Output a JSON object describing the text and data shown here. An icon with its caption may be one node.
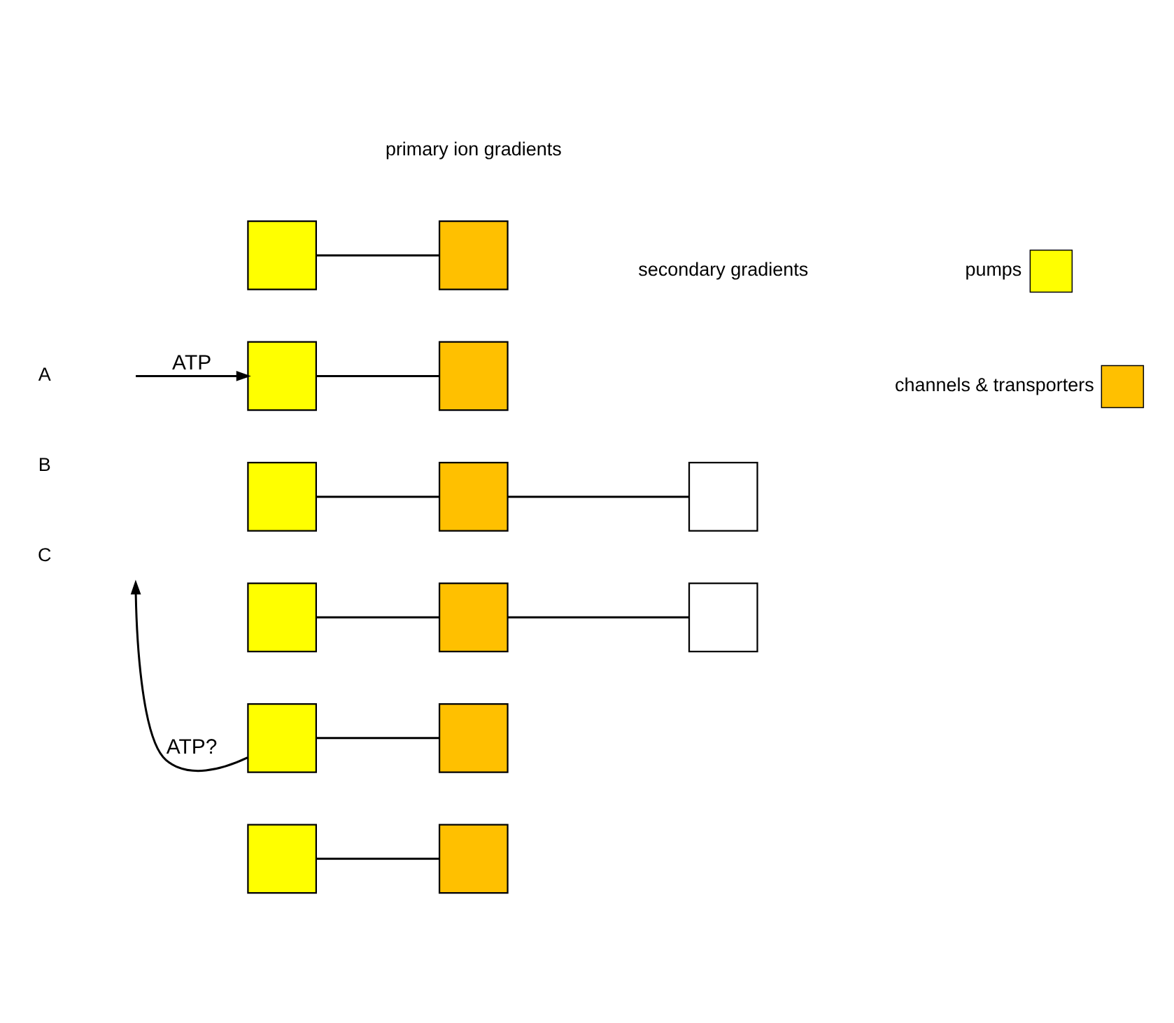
{
  "diagram": {
    "nodes": [
      {
        "text": [],
        "shape": "box"
      },
      {
        "text": [],
        "shape": "box"
      },
      {
        "text": [],
        "shape": "box"
      },
      {
        "text": [],
        "shape": "box"
      },
      {
        "text": [],
        "shape": "box"
      },
      {
        "text": [],
        "shape": "box"
      },
      {
        "text": [],
        "shape": "box"
      },
      {
        "text": [],
        "shape": "box"
      },
      {
        "text": [],
        "shape": "box"
      },
      {
        "text": [],
        "shape": "box"
      },
      {
        "text": [],
        "shape": "box"
      },
      {
        "text": [],
        "shape": "box"
      },
      {
        "text": [],
        "shape": "box"
      },
      {
        "text": [],
        "shape": "box"
      }
    ],
    "edges": [
      {
        "from": 0,
        "to": 1,
        "arrow": "none"
      },
      {
        "from": null,
        "to": 2,
        "arrow": "to",
        "label": "ATP"
      },
      {
        "from": 2,
        "to": 3,
        "arrow": "none"
      },
      {
        "from": 4,
        "to": 5,
        "arrow": "none"
      },
      {
        "from": 5,
        "to": 6,
        "arrow": "none"
      },
      {
        "from": 7,
        "to": 8,
        "arrow": "none"
      },
      {
        "from": 8,
        "to": 9,
        "arrow": "none"
      },
      {
        "from": 10,
        "to": null,
        "arrow": "to",
        "label": "ATP?"
      },
      {
        "from": 10,
        "to": 11,
        "arrow": "none"
      },
      {
        "from": 12,
        "to": 13,
        "arrow": "none"
      }
    ],
    "labels": [
      "primary ion gradients",
      "A",
      "secondary gradients",
      "B",
      "C"
    ],
    "legend": [
      {
        "text": "pumps",
        "color": "#ffff00"
      },
      {
        "text": "channels & transporters",
        "color": "#ffc000"
      }
    ]
  }
}
